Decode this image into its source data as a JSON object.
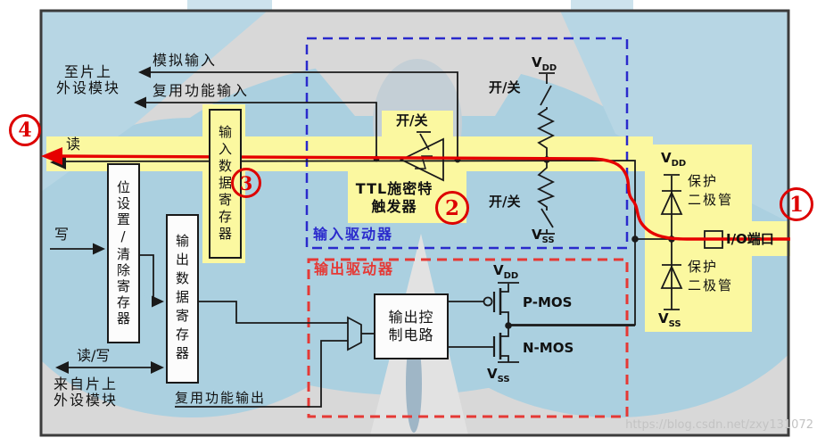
{
  "annotations": {
    "n1": "1",
    "n2": "2",
    "n3": "3",
    "n4": "4"
  },
  "signals": {
    "analog_input": "模拟输入",
    "alt_function_input": "复用功能输入",
    "read": "读",
    "write": "写",
    "read_write": "读/写",
    "alt_function_output": "复用功能输出",
    "to_onchip_peripherals": "至片上\n外设模块",
    "from_onchip_peripherals": "来自片上\n外设模块",
    "io_port": "I/O端口"
  },
  "registers": {
    "input_data": "输入数据寄存器",
    "bit_set_clear": "位设置/清除寄存器",
    "output_data": "输出数据寄存器"
  },
  "blocks": {
    "input_driver": "输入驱动器",
    "output_driver": "输出驱动器",
    "schmitt_trigger": "TTL施密特\n触发器",
    "output_control": "输出控\n制电路",
    "on_off_trigger": "开/关",
    "on_off_pullup": "开/关",
    "on_off_pulldown": "开/关",
    "pmos": "P-MOS",
    "nmos": "N-MOS",
    "protection_diode_top": "保护\n二极管",
    "protection_diode_bottom": "保护\n二极管"
  },
  "power": {
    "v": "V",
    "dd": "DD",
    "ss": "SS"
  },
  "watermark": "https://blog.csdn.net/zxy131072",
  "colors": {
    "highlight": "#FBF8A0",
    "input_driver_border": "#2A2ACC",
    "output_driver_border": "#E53935",
    "annotation": "#DD0000",
    "signal_path": "#E60000"
  }
}
